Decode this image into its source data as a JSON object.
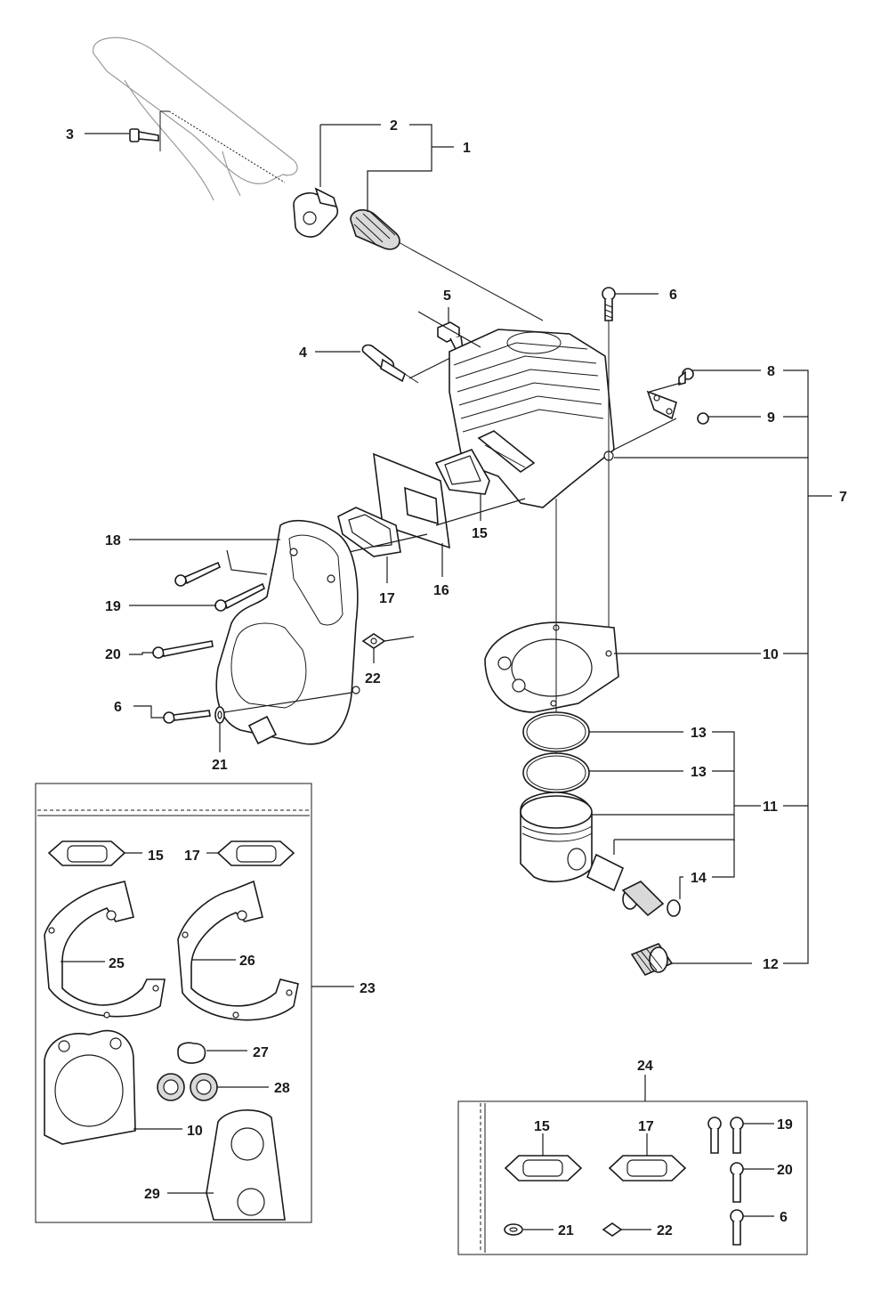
{
  "labels": {
    "p1": "1",
    "p2": "2",
    "p3": "3",
    "p4": "4",
    "p5": "5",
    "p6a": "6",
    "p6b": "6",
    "p7": "7",
    "p8": "8",
    "p9": "9",
    "p10a": "10",
    "p11": "11",
    "p12": "12",
    "p13a": "13",
    "p13b": "13",
    "p14": "14",
    "p15a": "15",
    "p16": "16",
    "p17a": "17",
    "p18": "18",
    "p19a": "19",
    "p20a": "20",
    "p21a": "21",
    "p22a": "22",
    "k15": "15",
    "k17": "17",
    "k25": "25",
    "k26": "26",
    "k23": "23",
    "k27": "27",
    "k28": "28",
    "k10": "10",
    "k29": "29",
    "s24": "24",
    "s15": "15",
    "s17": "17",
    "s19": "19",
    "s20": "20",
    "s6": "6",
    "s21": "21",
    "s22": "22"
  }
}
